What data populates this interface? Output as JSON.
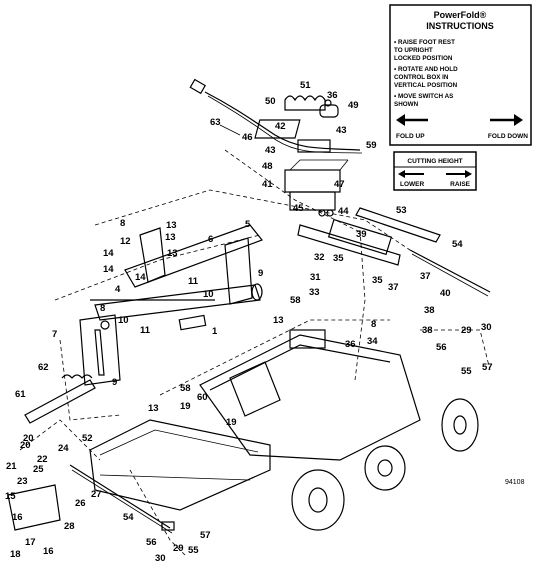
{
  "instructions_box": {
    "title_line1": "PowerFold®",
    "title_line2": "INSTRUCTIONS",
    "steps": [
      "• RAISE FOOT REST",
      "  TO UPRIGHT",
      "  LOCKED POSITION",
      "• ROTATE AND HOLD",
      "  CONTROL BOX IN",
      "  VERTICAL POSITION",
      "• MOVE SWITCH AS",
      "  SHOWN"
    ],
    "fold_up": "FOLD UP",
    "fold_down": "FOLD DOWN"
  },
  "cutting_height_box": {
    "title": "CUTTING HEIGHT",
    "lower": "LOWER",
    "raise": "RAISE"
  },
  "figure_id": "94108",
  "callouts": [
    "51",
    "36",
    "50",
    "49",
    "63",
    "46",
    "42",
    "43",
    "43",
    "59",
    "48",
    "41",
    "47",
    "45",
    "44",
    "53",
    "8",
    "5",
    "13",
    "12",
    "13",
    "6",
    "39",
    "54",
    "14",
    "13",
    "14",
    "9",
    "32",
    "35",
    "35",
    "11",
    "37",
    "37",
    "4",
    "14",
    "10",
    "31",
    "40",
    "8",
    "33",
    "58",
    "38",
    "7",
    "10",
    "11",
    "1",
    "8",
    "13",
    "36",
    "34",
    "38",
    "29",
    "30",
    "56",
    "62",
    "9",
    "55",
    "57",
    "58",
    "61",
    "13",
    "60",
    "19",
    "19",
    "20",
    "20",
    "22",
    "24",
    "52",
    "21",
    "23",
    "25",
    "26",
    "27",
    "15",
    "28",
    "54",
    "16",
    "17",
    "18",
    "16",
    "57",
    "56",
    "30",
    "29",
    "55"
  ]
}
